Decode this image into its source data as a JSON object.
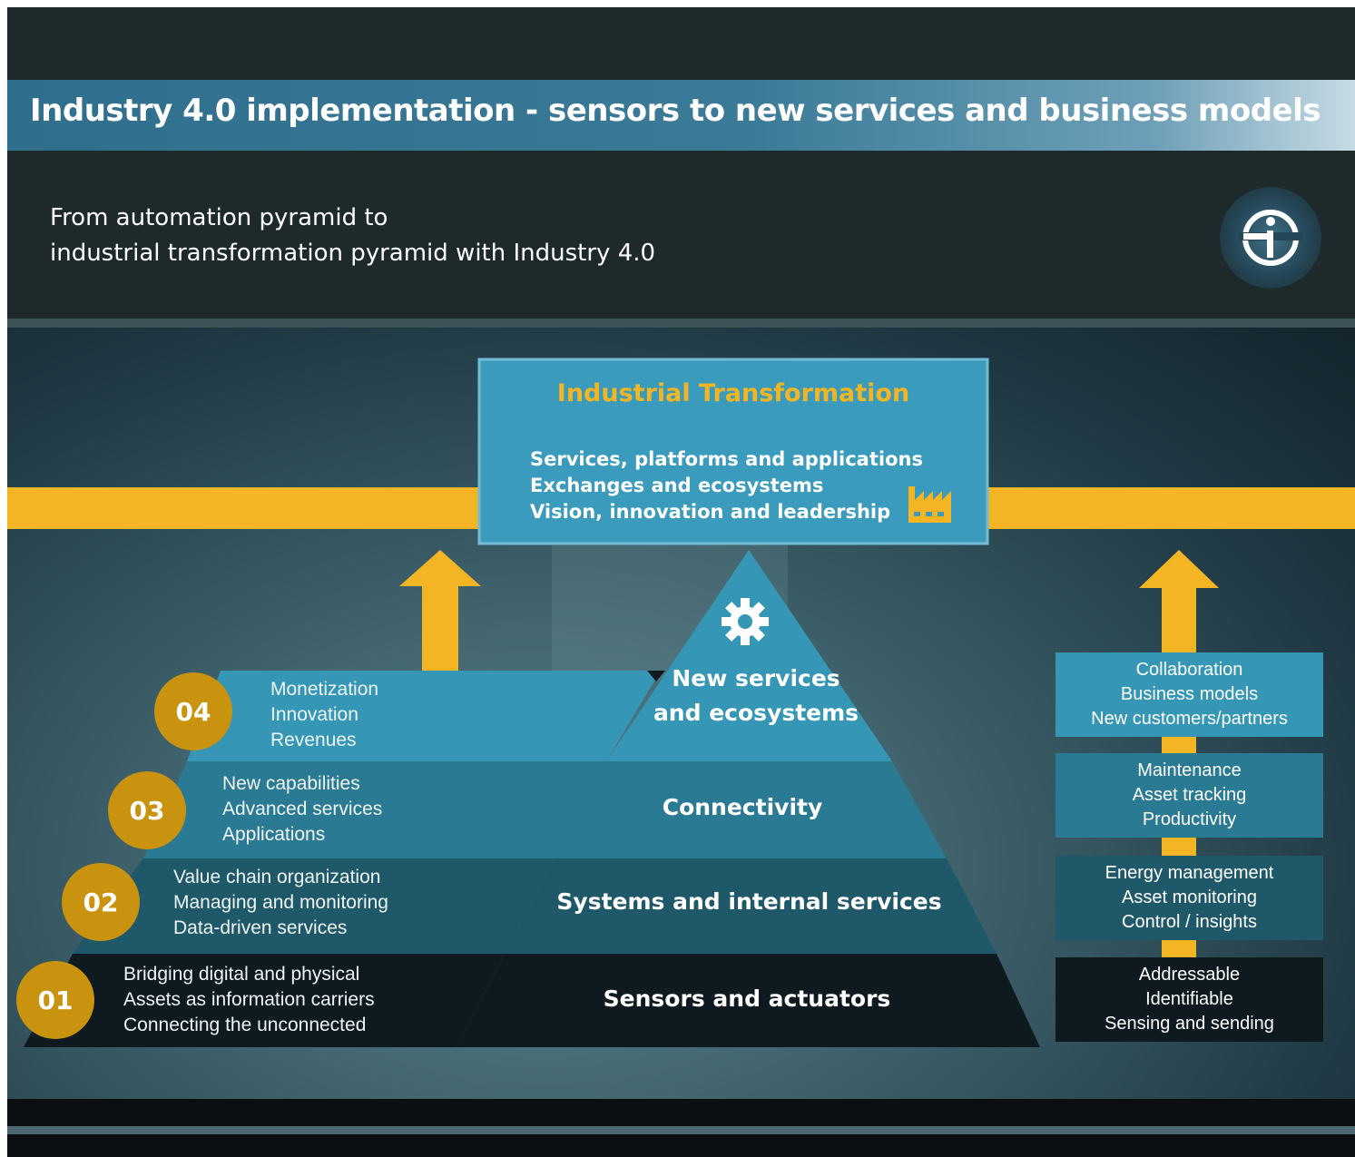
{
  "header": {
    "title": "Industry 4.0 implementation - sensors to new services and business models",
    "subtitle_line1": "From automation pyramid to",
    "subtitle_line2": "industrial transformation pyramid with Industry 4.0"
  },
  "colors": {
    "accent_yellow": "#f3b523",
    "number_gold": "#c9930f",
    "teal_light": "#3596b5",
    "teal_mid": "#2b7a94",
    "teal_dark": "#1f5868",
    "base_dark": "#0e1a20"
  },
  "top_box": {
    "title": "Industrial Transformation",
    "lines": [
      "Services, platforms and applications",
      "Exchanges and ecosystems",
      "Vision, innovation and leadership"
    ],
    "icon": "factory-icon"
  },
  "pyramid": {
    "icon": "gear-icon",
    "levels": [
      {
        "number": "04",
        "name_line1": "New services",
        "name_line2": "and ecosystems",
        "lines": [
          "Monetization",
          "Innovation",
          "Revenues"
        ]
      },
      {
        "number": "03",
        "name_line1": "Connectivity",
        "name_line2": "",
        "lines": [
          "New capabilities",
          "Advanced services",
          "Applications"
        ]
      },
      {
        "number": "02",
        "name_line1": "Systems and internal services",
        "name_line2": "",
        "lines": [
          "Value chain organization",
          "Managing and monitoring",
          "Data-driven services"
        ]
      },
      {
        "number": "01",
        "name_line1": "Sensors and actuators",
        "name_line2": "",
        "lines": [
          "Bridging digital and physical",
          "Assets as information carriers",
          "Connecting the unconnected"
        ]
      }
    ]
  },
  "right_boxes": [
    {
      "lines": [
        "Collaboration",
        "Business models",
        "New customers/partners"
      ]
    },
    {
      "lines": [
        "Maintenance",
        "Asset tracking",
        "Productivity"
      ]
    },
    {
      "lines": [
        "Energy management",
        "Asset monitoring",
        "Control / insights"
      ]
    },
    {
      "lines": [
        "Addressable",
        "Identifiable",
        "Sensing and sending"
      ]
    }
  ]
}
